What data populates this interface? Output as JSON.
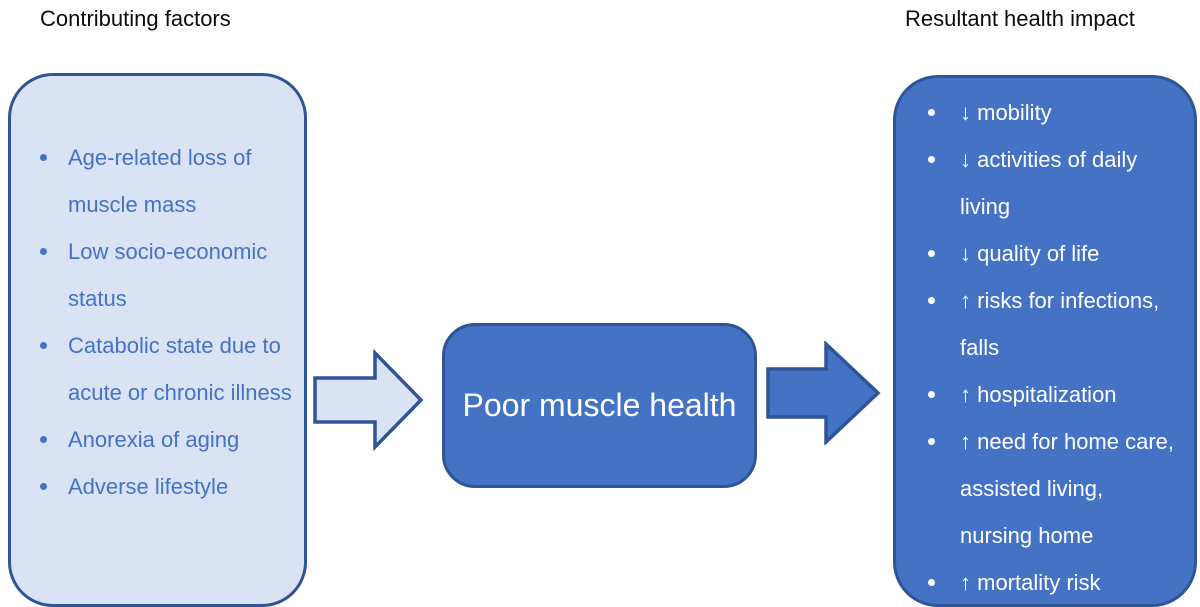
{
  "titles": {
    "left": "Contributing factors",
    "right": "Resultant health impact"
  },
  "contributing_factors": {
    "items": [
      "Age-related loss of muscle mass",
      "Low socio-economic status",
      "Catabolic state due to acute or chronic illness",
      "Anorexia of aging",
      "Adverse lifestyle"
    ]
  },
  "center": {
    "label": "Poor muscle health"
  },
  "health_impact": {
    "items": [
      "↓ mobility",
      "↓ activities of daily living",
      "↓ quality of life",
      "↑ risks for infections, falls",
      "↑ hospitalization",
      "↑ need for home care, assisted living, nursing home",
      "↑ mortality risk"
    ]
  },
  "icons": {
    "left_arrow": "block-arrow-right",
    "right_arrow": "block-arrow-right"
  },
  "colors": {
    "accent_blue": "#4472C4",
    "dark_border": "#2F5597",
    "light_fill": "#DAE3F3",
    "impact_text": "#FFFFFF",
    "factor_text": "#4472C4",
    "title_text": "#0D0D0D"
  }
}
